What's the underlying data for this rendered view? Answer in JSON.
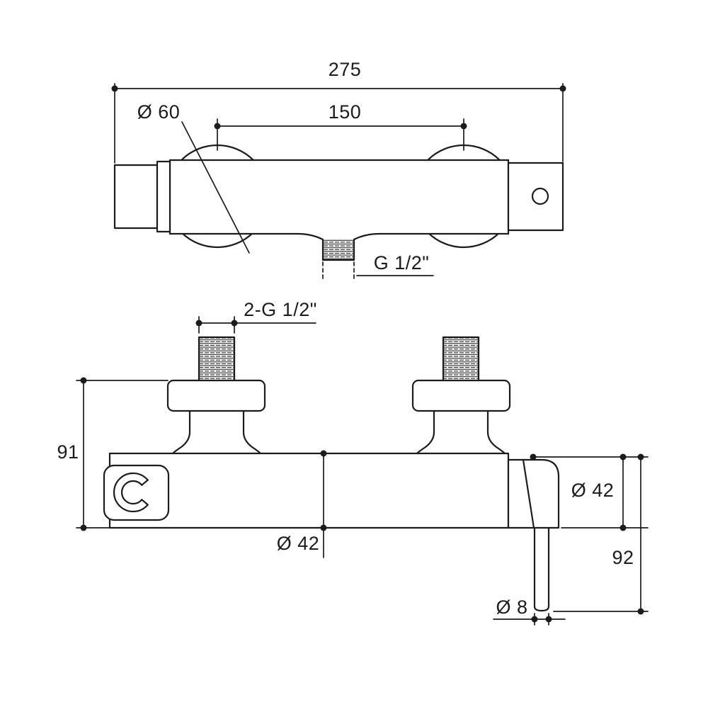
{
  "colors": {
    "line": "#1c1c1e",
    "background": "#ffffff"
  },
  "top_view": {
    "overall_width": "275",
    "inlet_spacing": "150",
    "escutcheon_diameter": "Ø 60",
    "outlet_thread": "G 1/2\""
  },
  "front_view": {
    "inlet_thread": "2-G 1/2\"",
    "height": "91",
    "body_diameter": "Ø 42",
    "handle_diameter": "Ø 42",
    "outlet_height": "92",
    "pin_diameter": "Ø 8"
  }
}
